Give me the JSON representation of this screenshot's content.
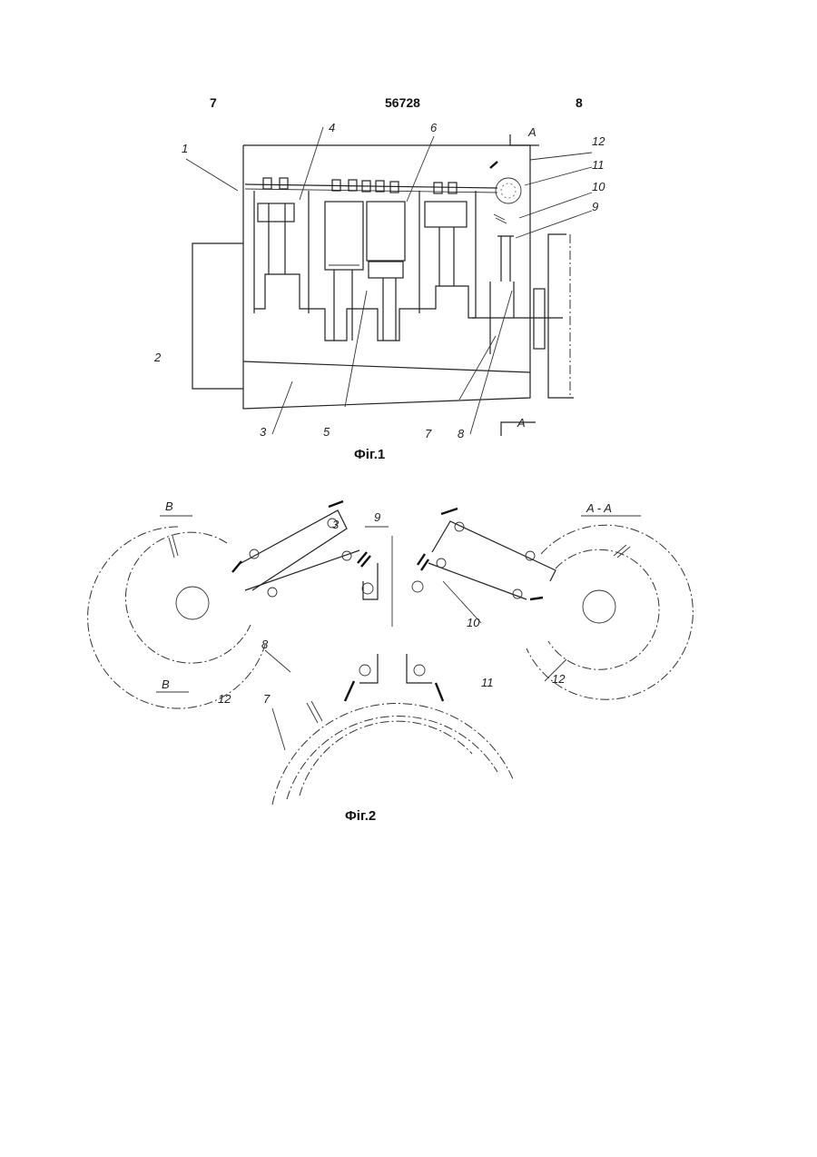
{
  "header": {
    "left_page": "7",
    "patent_number": "56728",
    "right_page": "8"
  },
  "figure1": {
    "caption": "Фіг.1",
    "labels": {
      "l1": "1",
      "l2": "2",
      "l3": "3",
      "l4": "4",
      "l5": "5",
      "l6": "6",
      "l7": "7",
      "l8": "8",
      "l9": "9",
      "l10": "10",
      "l11": "11",
      "l12": "12",
      "sectionA_top": "A",
      "sectionA_bottom": "A"
    }
  },
  "figure2": {
    "caption": "Фіг.2",
    "labels": {
      "B_top": "B",
      "B_bottom": "B",
      "l3": "3",
      "l9": "9",
      "l8": "8",
      "l10": "10",
      "l12_left": "12",
      "l7": "7",
      "l11": "11",
      "l12_right": "12",
      "section_AA": "A - A"
    }
  }
}
